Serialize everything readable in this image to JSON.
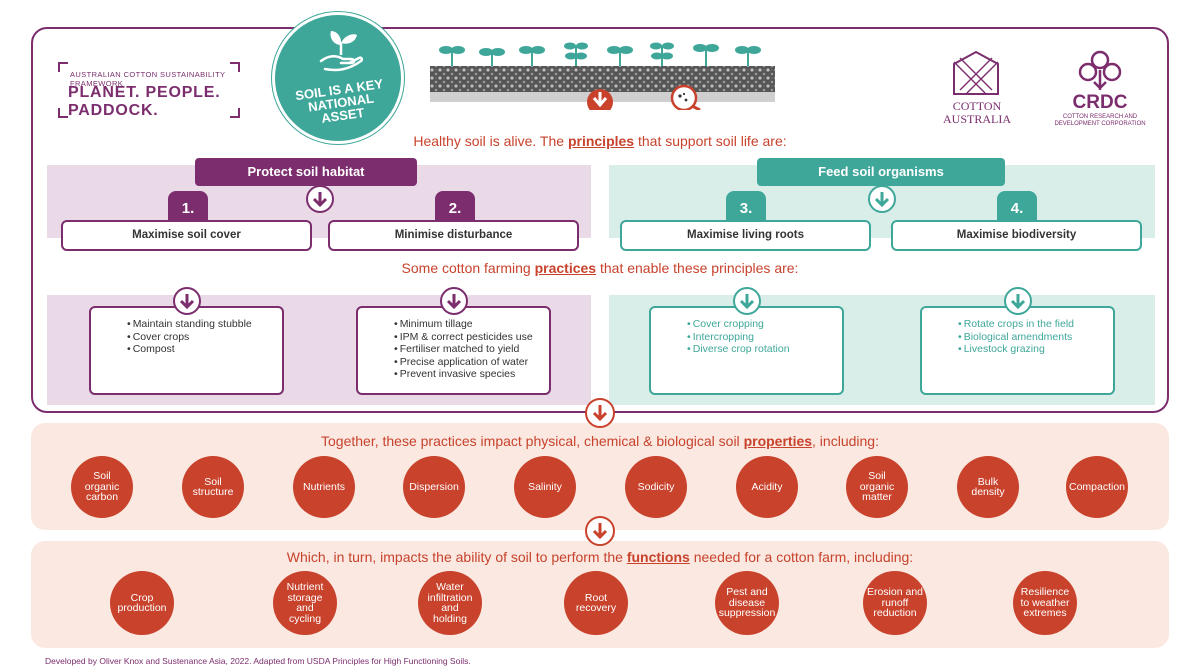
{
  "header": {
    "framework_small": "AUSTRALIAN COTTON SUSTAINABILITY FRAMEWORK",
    "framework_big": "PLANET. PEOPLE. PADDOCK.",
    "key_asset": [
      "SOIL IS A KEY",
      "NATIONAL",
      "ASSET"
    ],
    "cotton_australia": [
      "COTTON",
      "AUSTRALIA"
    ],
    "crdc": "CRDC",
    "crdc_sub": [
      "COTTON RESEARCH AND",
      "DEVELOPMENT CORPORATION"
    ]
  },
  "principles_heading": {
    "before": "Healthy soil is alive. The ",
    "key": "principles",
    "after": " that support soil life are:"
  },
  "groups": [
    {
      "title": "Protect soil habitat",
      "color": "#7b2d6e",
      "bg": "#ead9e7"
    },
    {
      "title": "Feed soil organisms",
      "color": "#3fa79a",
      "bg": "#d9ede9"
    }
  ],
  "principles": [
    {
      "num": "1.",
      "label": "Maximise soil cover"
    },
    {
      "num": "2.",
      "label": "Minimise disturbance"
    },
    {
      "num": "3.",
      "label": "Maximise living roots"
    },
    {
      "num": "4.",
      "label": "Maximise biodiversity"
    }
  ],
  "practices_heading": {
    "before": "Some cotton farming ",
    "key": "practices",
    "after": " that enable these principles are:"
  },
  "practices": [
    [
      "Maintain standing stubble",
      "Cover crops",
      "Compost"
    ],
    [
      "Minimum tillage",
      "IPM & correct pesticides use",
      "Fertiliser matched to yield",
      "Precise application of water",
      "Prevent invasive species"
    ],
    [
      "Cover cropping",
      "Intercropping",
      "Diverse crop rotation"
    ],
    [
      "Rotate crops in the field",
      "Biological amendments",
      "Livestock grazing"
    ]
  ],
  "properties_heading": {
    "before": "Together, these practices impact physical, chemical & biological  soil ",
    "key": "properties",
    "after": ", including:"
  },
  "properties": [
    [
      "Soil",
      "organic",
      "carbon"
    ],
    [
      "Soil",
      "structure"
    ],
    [
      "Nutrients"
    ],
    [
      "Dispersion"
    ],
    [
      "Salinity"
    ],
    [
      "Sodicity"
    ],
    [
      "Acidity"
    ],
    [
      "Soil",
      "organic",
      "matter"
    ],
    [
      "Bulk",
      "density"
    ],
    [
      "Compaction"
    ]
  ],
  "functions_heading": {
    "before": "Which, in turn, impacts the ability of soil to perform the ",
    "key": "functions",
    "after": " needed for a cotton farm, including:"
  },
  "functions": [
    [
      "Crop",
      "production"
    ],
    [
      "Nutrient",
      "storage",
      "and",
      "cycling"
    ],
    [
      "Water",
      "infiltration",
      "and",
      "holding"
    ],
    [
      "Root",
      "recovery"
    ],
    [
      "Pest and",
      "disease",
      "suppression"
    ],
    [
      "Erosion  and",
      "runoff",
      "reduction"
    ],
    [
      "Resilience",
      "to weather",
      "extremes"
    ]
  ],
  "footer": "Developed by Oliver Knox and Sustenance Asia, 2022.  Adapted from USDA Principles for High Functioning Soils.",
  "colors": {
    "purple": "#7b2d6e",
    "teal": "#3fa79a",
    "red": "#c8422c",
    "peach": "#fae8e1"
  }
}
